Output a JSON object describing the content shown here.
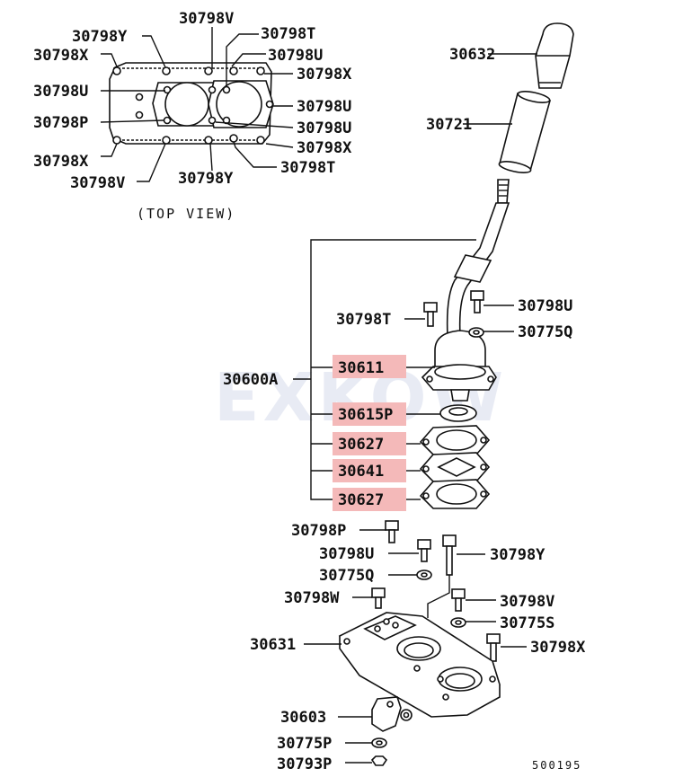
{
  "watermark": "EXKOW",
  "caption_top_view": "(TOP VIEW)",
  "drawing_code": "500195",
  "labels": {
    "tv_v_top": "30798V",
    "tv_y_top": "30798Y",
    "tv_t_top": "30798T",
    "tv_x_left_top": "30798X",
    "tv_u_right_top": "30798U",
    "tv_x_right_top": "30798X",
    "tv_u_left": "30798U",
    "tv_u_right_mid": "30798U",
    "tv_p_left": "30798P",
    "tv_u_right_low": "30798U",
    "tv_x_left_bottom": "30798X",
    "tv_x_right_bottom": "30798X",
    "tv_t_bottom": "30798T",
    "tv_v_bottom": "30798V",
    "tv_y_bottom": "30798Y",
    "knob": "30632",
    "boot": "30721",
    "lever_assy": "30600A",
    "bolt_t": "30798T",
    "bolt_u": "30798U",
    "washer_q": "30775Q",
    "housing": "30611",
    "bushing": "30615P",
    "gasket_1": "30627",
    "plate": "30641",
    "gasket_2": "30627",
    "bolt_p": "30798P",
    "bolt_u2": "30798U",
    "washer_q2": "30775Q",
    "bolt_y": "30798Y",
    "bolt_w": "30798W",
    "bolt_v": "30798V",
    "washer_s": "30775S",
    "base": "30631",
    "bolt_x": "30798X",
    "bracket": "30603",
    "washer_p": "30775P",
    "nut_p": "30793P"
  },
  "highlight_color": "#f4b9b9"
}
